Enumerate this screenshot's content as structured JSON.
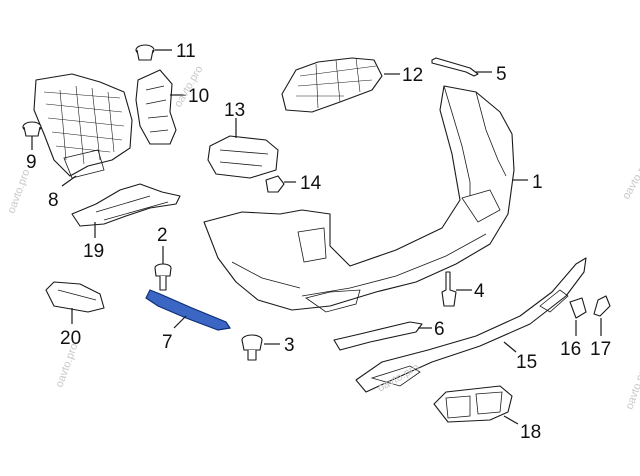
{
  "colors": {
    "highlight": "#3b66c4",
    "line": "#1a1a1a",
    "watermark": "#c9c9c9"
  },
  "callouts": {
    "c1": "1",
    "c2": "2",
    "c3": "3",
    "c4": "4",
    "c5": "5",
    "c6": "6",
    "c7": "7",
    "c8": "8",
    "c9": "9",
    "c10": "10",
    "c11": "11",
    "c12": "12",
    "c13": "13",
    "c14": "14",
    "c15": "15",
    "c16": "16",
    "c17": "17",
    "c18": "18",
    "c19": "19",
    "c20": "20"
  },
  "watermark": "oavto.pro"
}
